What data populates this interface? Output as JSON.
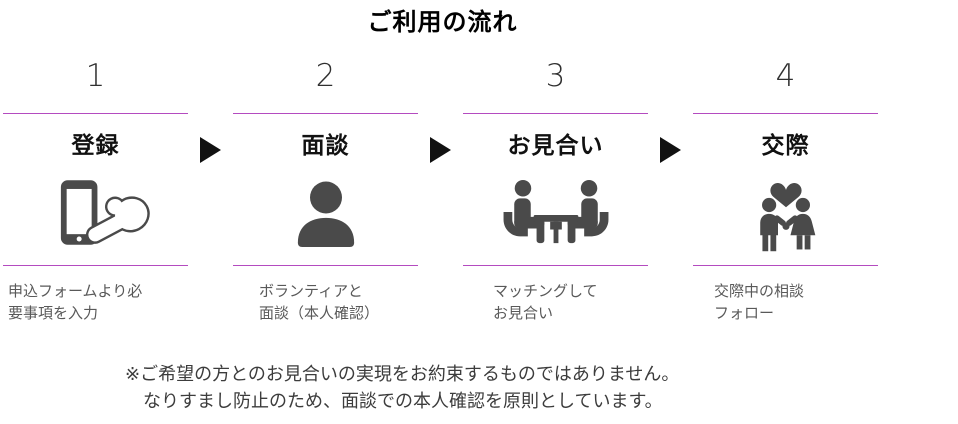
{
  "page_title": "ご利用の流れ",
  "colors": {
    "accent_line": "#b44bc0",
    "icon": "#4a4a4a",
    "arrow": "#111111"
  },
  "steps": [
    {
      "number": "1",
      "title": "登録",
      "icon": "smartphone-tap-icon",
      "desc_line1": "申込フォームより必",
      "desc_line2": "要事項を入力"
    },
    {
      "number": "2",
      "title": "面談",
      "icon": "person-icon",
      "desc_line1": "ボランティアと",
      "desc_line2": "面談（本人確認）"
    },
    {
      "number": "3",
      "title": "お見合い",
      "icon": "meeting-table-icon",
      "desc_line1": "マッチングして",
      "desc_line2": "お見合い"
    },
    {
      "number": "4",
      "title": "交際",
      "icon": "couple-heart-icon",
      "desc_line1": "交際中の相談",
      "desc_line2": "フォロー"
    }
  ],
  "note": {
    "line1": "※ご希望の方とのお見合いの実現をお約束するものではありません。",
    "line2": "なりすまし防止のため、面談での本人確認を原則としています。"
  }
}
